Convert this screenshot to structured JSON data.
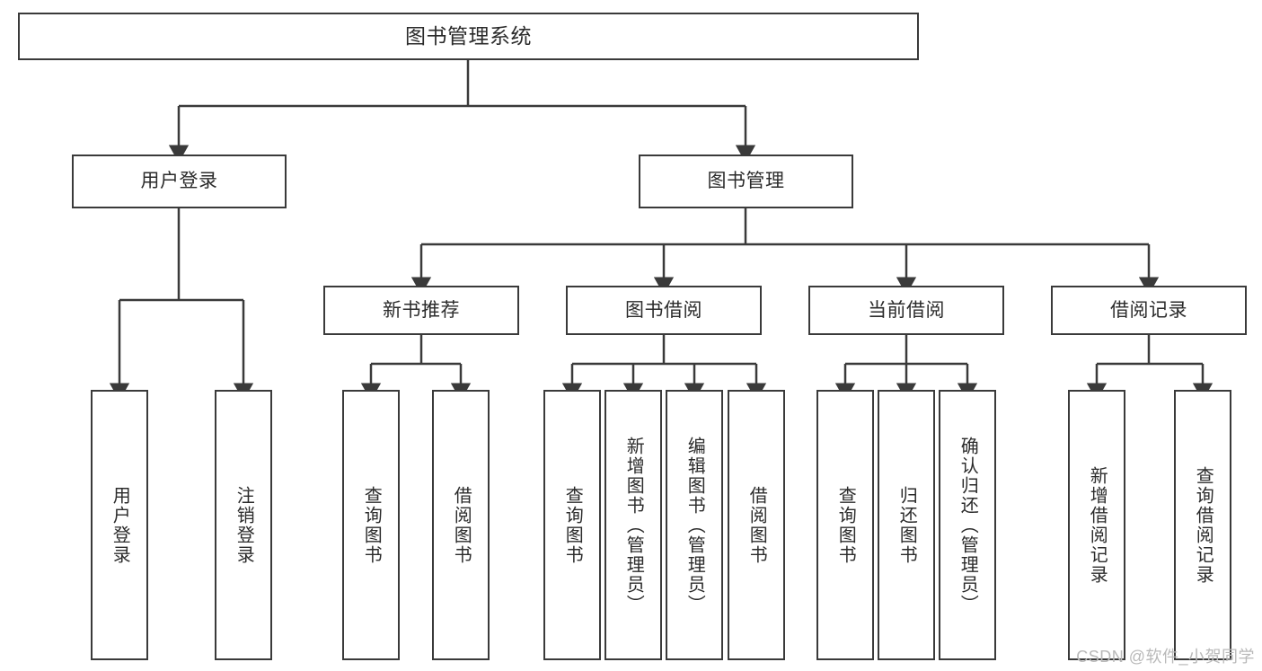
{
  "diagram": {
    "title": "图书管理系统",
    "type": "tree-hierarchy",
    "root": {
      "label": "图书管理系统"
    },
    "level1": [
      {
        "label": "用户登录"
      },
      {
        "label": "图书管理"
      }
    ],
    "level2": [
      {
        "label": "新书推荐"
      },
      {
        "label": "图书借阅"
      },
      {
        "label": "当前借阅"
      },
      {
        "label": "借阅记录"
      }
    ],
    "leaves": {
      "user_login": [
        {
          "label": "用户登录"
        },
        {
          "label": "注销登录"
        }
      ],
      "new_book_recommend": [
        {
          "label": "查询图书"
        },
        {
          "label": "借阅图书"
        }
      ],
      "book_borrow": [
        {
          "label": "查询图书"
        },
        {
          "label": "新增图书（管理员）"
        },
        {
          "label": "编辑图书（管理员）"
        },
        {
          "label": "借阅图书"
        }
      ],
      "current_borrow": [
        {
          "label": "查询图书"
        },
        {
          "label": "归还图书"
        },
        {
          "label": "确认归还（管理员）"
        }
      ],
      "borrow_record": [
        {
          "label": "新增借阅记录"
        },
        {
          "label": "查询借阅记录"
        }
      ]
    }
  },
  "watermark": {
    "text": "CSDN @软件_小贺同学"
  },
  "colors": {
    "stroke": "#3a3a3a",
    "text": "#2b2b2b",
    "background": "#ffffff",
    "watermark": "#b9b9b9"
  }
}
